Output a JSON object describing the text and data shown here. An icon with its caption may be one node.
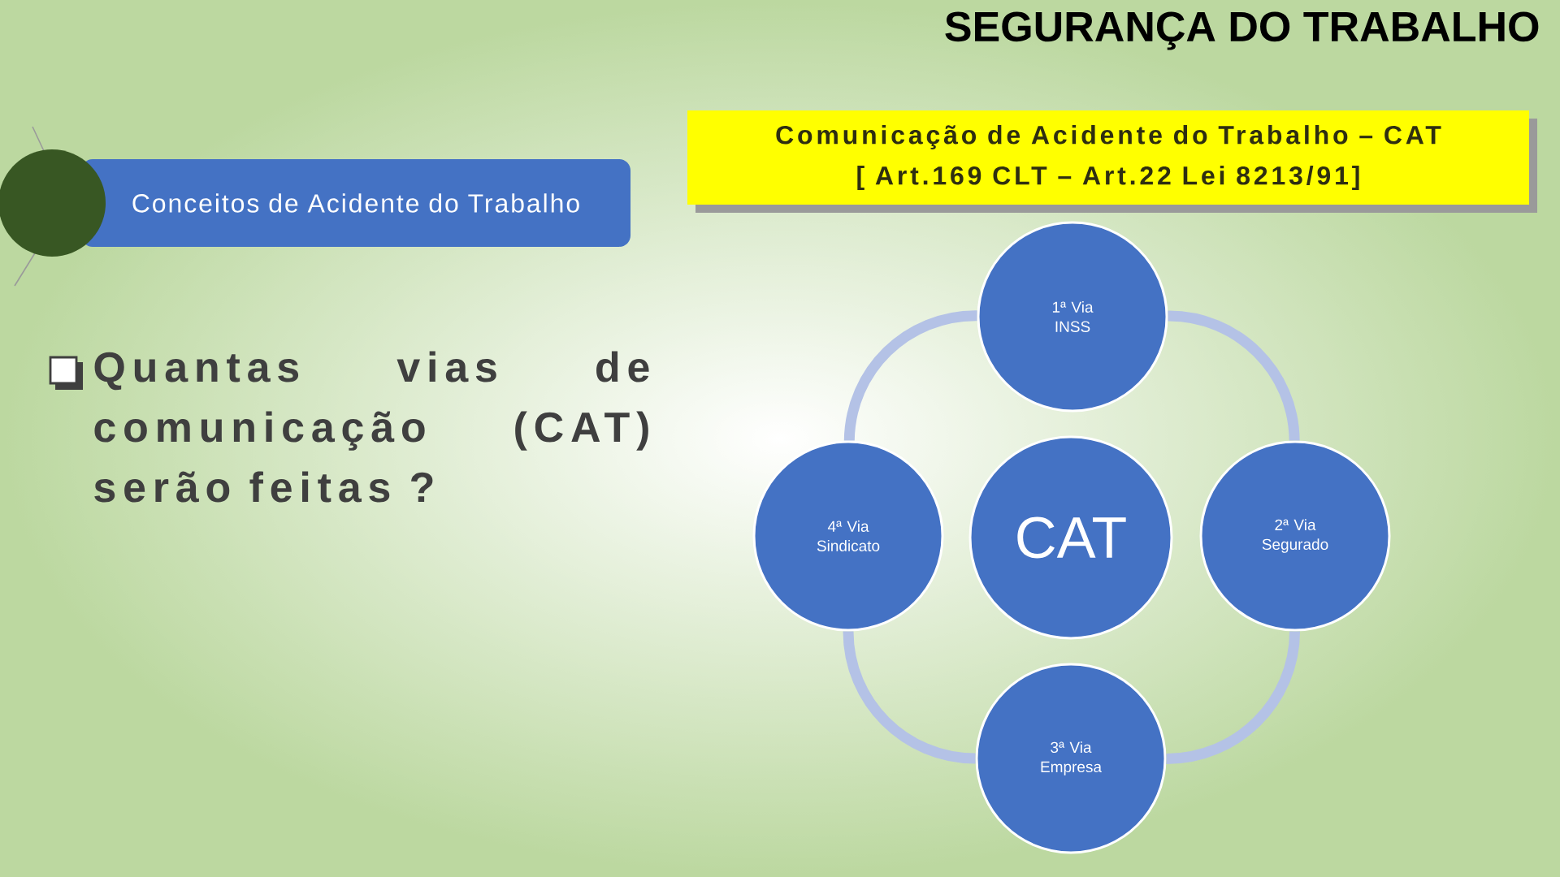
{
  "diagram": {
    "title": "SEGURANÇA DO TRABALHO",
    "nodes": [
      {
        "text": [
          "Conceitos de Acidente do Trabalho"
        ]
      },
      {
        "text": [
          "Comunicação de Acidente do Trabalho – CAT",
          "[ Art.169 CLT – Art.22 Lei 8213/91]"
        ]
      },
      {
        "text": [
          "1ª Via INSS"
        ]
      },
      {
        "text": [
          "4ª Via Sindicato"
        ]
      },
      {
        "text": [
          "CAT"
        ]
      },
      {
        "text": [
          "2ª Via Segurado"
        ]
      },
      {
        "text": [
          "3ª Via Empresa"
        ]
      }
    ],
    "edges": [
      {
        "from": 2,
        "to": 5,
        "arrow": "none"
      },
      {
        "from": 5,
        "to": 6,
        "arrow": "none"
      },
      {
        "from": 6,
        "to": 3,
        "arrow": "none"
      },
      {
        "from": 3,
        "to": 2,
        "arrow": "none"
      }
    ],
    "labels": [
      "Quantas vias de comunicação (CAT) serão feitas ?"
    ]
  }
}
